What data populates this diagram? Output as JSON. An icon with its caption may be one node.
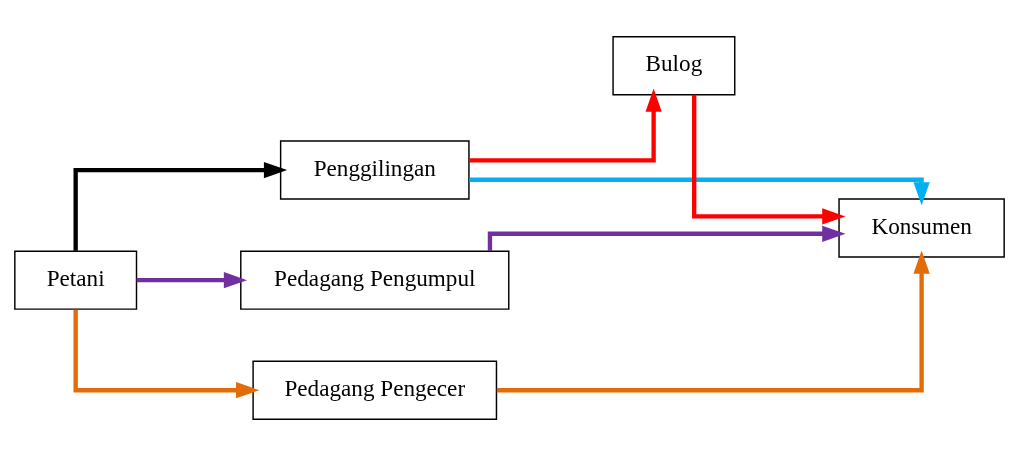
{
  "diagram": {
    "nodes": [
      {
        "text": [
          "Petani"
        ]
      },
      {
        "text": [
          "Penggilingan"
        ]
      },
      {
        "text": [
          "Bulog"
        ]
      },
      {
        "text": [
          "Konsumen"
        ]
      },
      {
        "text": [
          "Pedagang Pengumpul"
        ]
      },
      {
        "text": [
          "Pedagang Pengecer"
        ]
      }
    ],
    "edges": [
      {
        "from": 0,
        "to": 1,
        "arrow": "to",
        "color": "#000000"
      },
      {
        "from": 1,
        "to": 2,
        "arrow": "to",
        "color": "#ff0000"
      },
      {
        "from": 2,
        "to": 3,
        "arrow": "to",
        "color": "#ff0000"
      },
      {
        "from": 1,
        "to": 3,
        "arrow": "to",
        "color": "#00b0f0"
      },
      {
        "from": 0,
        "to": 4,
        "arrow": "to",
        "color": "#7030a0"
      },
      {
        "from": 0,
        "to": 5,
        "arrow": "to",
        "color": "#e36c09"
      },
      {
        "from": 4,
        "to": 3,
        "arrow": "to",
        "color": "#7030a0"
      },
      {
        "from": 5,
        "to": 3,
        "arrow": "to",
        "color": "#e36c09"
      }
    ]
  }
}
